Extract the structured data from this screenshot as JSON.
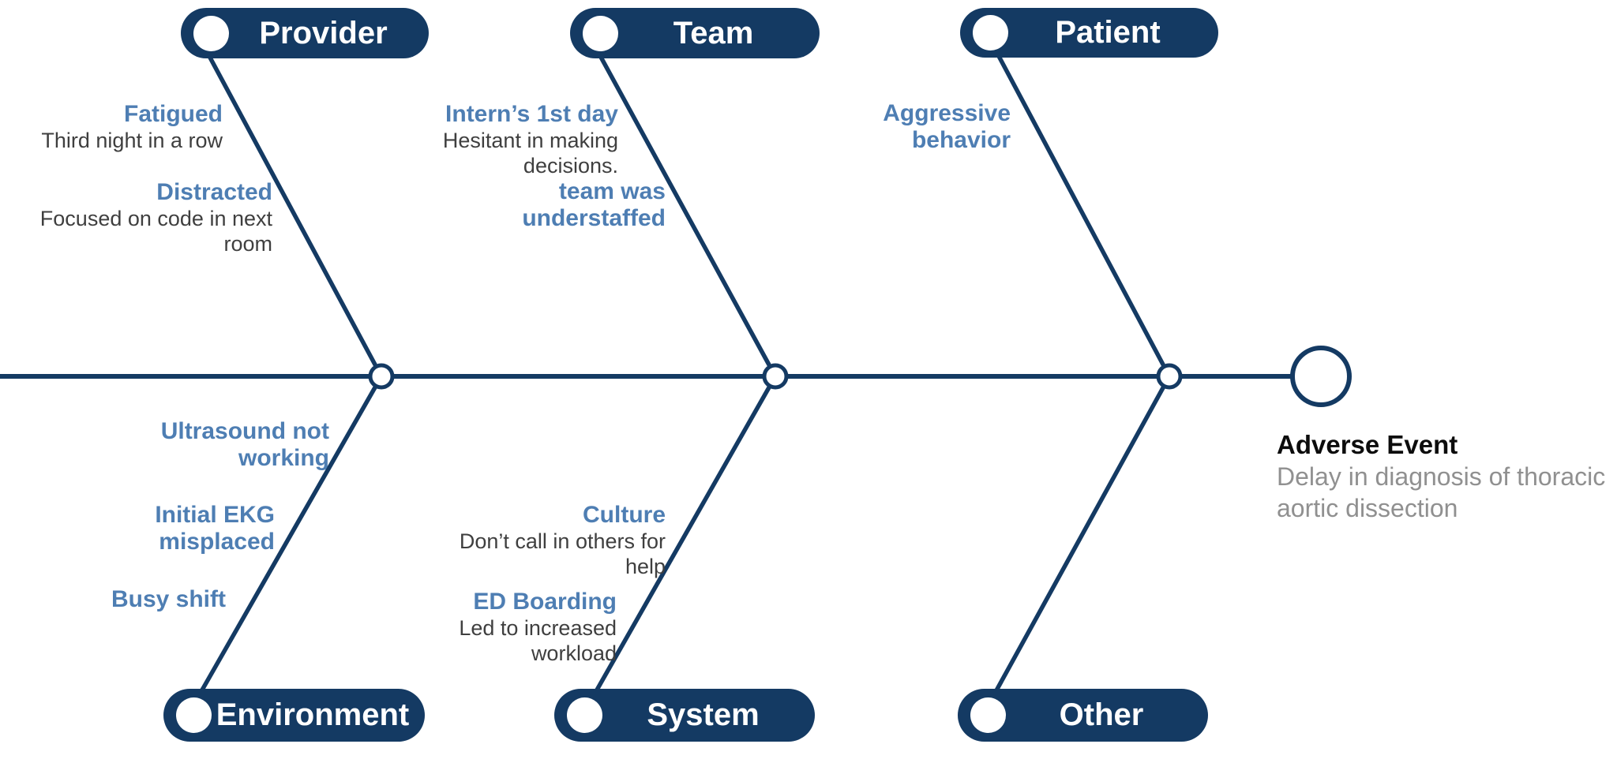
{
  "diagram_type": "fishbone-root-cause",
  "colors": {
    "navy": "#143A63",
    "cause_title_blue": "#4E7EB3",
    "cause_detail_gray": "#3F3F3F",
    "effect_desc_gray": "#909090",
    "pill_text": "#ffffff",
    "background": "#ffffff"
  },
  "effect": {
    "title": "Adverse Event",
    "description": "Delay in diagnosis of thoracic aortic dissection"
  },
  "categories": {
    "provider": {
      "label": "Provider"
    },
    "team": {
      "label": "Team"
    },
    "patient": {
      "label": "Patient"
    },
    "environment": {
      "label": "Environment"
    },
    "system": {
      "label": "System"
    },
    "other": {
      "label": "Other"
    }
  },
  "causes": {
    "provider": [
      {
        "title": "Fatigued",
        "detail": "Third night in a row"
      },
      {
        "title": "Distracted",
        "detail": "Focused on code in next room"
      }
    ],
    "team": [
      {
        "title": "Intern’s 1st day",
        "detail": "Hesitant in making decisions."
      },
      {
        "title": "team was understaffed"
      }
    ],
    "patient": [
      {
        "title": "Aggressive behavior"
      }
    ],
    "environment": [
      {
        "title": "Ultrasound not working"
      },
      {
        "title": "Initial EKG misplaced"
      },
      {
        "title": "Busy shift"
      }
    ],
    "system": [
      {
        "title": "Culture",
        "detail": "Don’t call in others for help"
      },
      {
        "title": "ED Boarding",
        "detail": "Led to increased workload"
      }
    ],
    "other": []
  }
}
